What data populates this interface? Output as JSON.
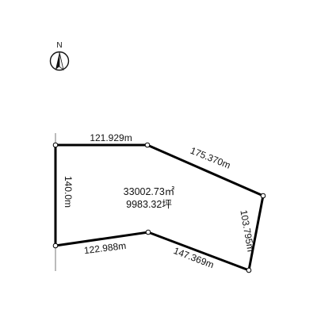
{
  "compass": {
    "north_label": "N",
    "icon": "north-arrow-icon"
  },
  "parcel": {
    "area_sqm": "33002.73㎡",
    "area_tsubo": "9983.32坪",
    "edges": {
      "top_left": "121.929m",
      "top_right": "175.370m",
      "right": "103.795m",
      "bottom_right": "147.369m",
      "bottom_left": "122.988m",
      "left": "140.0m"
    }
  },
  "colors": {
    "boundary": "#000000",
    "text": "#111111",
    "background": "#ffffff"
  }
}
